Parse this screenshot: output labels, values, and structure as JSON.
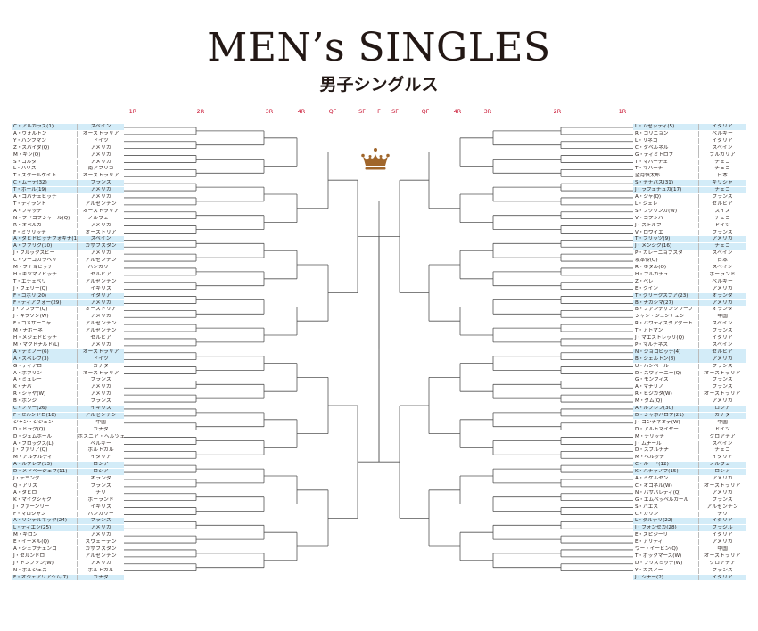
{
  "title": "MEN’s SINGLES",
  "subtitle": "男子シングルス",
  "rounds": [
    "1R",
    "2R",
    "3R",
    "4R",
    "QF",
    "SF",
    "F",
    "SF",
    "QF",
    "4R",
    "3R",
    "2R",
    "1R"
  ],
  "crown_icon": "crown-icon",
  "seed_color": "#d3ecf8",
  "round_color": "#c8102e",
  "left": [
    {
      "name": "C・アルカラス(1)",
      "country": "スペイン",
      "seed": true
    },
    {
      "name": "A・ヴォルトン",
      "country": "オーストラリア"
    },
    {
      "name": "Y・ハンフマン",
      "country": "ドイツ"
    },
    {
      "name": "Z・スバイダ(Q)",
      "country": "アメリカ"
    },
    {
      "name": "M・ギン(Q)",
      "country": "アメリカ"
    },
    {
      "name": "S・コルダ",
      "country": "アメリカ"
    },
    {
      "name": "L・ハリス",
      "country": "南アフリカ"
    },
    {
      "name": "T・スクールケイト",
      "country": "オーストラリア"
    },
    {
      "name": "C・ムーテ(32)",
      "country": "フランス",
      "seed": true
    },
    {
      "name": "T・ポール(19)",
      "country": "アメリカ",
      "seed": true
    },
    {
      "name": "A・コバチェビッチ",
      "country": "アメリカ"
    },
    {
      "name": "T・ティラント",
      "country": "アルゼンチン"
    },
    {
      "name": "A・ブキッチ",
      "country": "オーストラリア"
    },
    {
      "name": "N・ブドコフシャール(Q)",
      "country": "ノルウェー"
    },
    {
      "name": "R・オペルカ",
      "country": "アメリカ"
    },
    {
      "name": "F・ミソリッチ",
      "country": "オーストリア"
    },
    {
      "name": "A・ダビドビッチフォキナ(14)",
      "country": "スペイン",
      "seed": true
    },
    {
      "name": "A・ブブリク(10)",
      "country": "カザフスタン",
      "seed": true
    },
    {
      "name": "J・ブルックスビー",
      "country": "アメリカ"
    },
    {
      "name": "C・ウーゴカラベリ",
      "country": "アルゼンチン"
    },
    {
      "name": "M・フチョビッチ",
      "country": "ハンガリー"
    },
    {
      "name": "H・キツマノビッチ",
      "country": "セルビア"
    },
    {
      "name": "T・エチェベリ",
      "country": "アルゼンチン"
    },
    {
      "name": "J・フェリー(Q)",
      "country": "イギリス"
    },
    {
      "name": "F・コボリ(20)",
      "country": "イタリア",
      "seed": true
    },
    {
      "name": "F・ティアフォー(29)",
      "country": "アメリカ",
      "seed": true
    },
    {
      "name": "J・クフラー(Q)",
      "country": "オーストリア"
    },
    {
      "name": "J・キプソン(W)",
      "country": "アメリカ"
    },
    {
      "name": "F・コメサーニャ",
      "country": "アルゼンチン"
    },
    {
      "name": "M・ナボーネ",
      "country": "アルゼンチン"
    },
    {
      "name": "H・メジェドビッチ",
      "country": "セルビア"
    },
    {
      "name": "M・マクドナルド(L)",
      "country": "アメリカ"
    },
    {
      "name": "A・デミノー(6)",
      "country": "オーストラリア",
      "seed": true
    },
    {
      "name": "A・ズベレフ(3)",
      "country": "ドイツ",
      "seed": true
    },
    {
      "name": "G・ディアロ",
      "country": "カナダ"
    },
    {
      "name": "A・ボブリン",
      "country": "オーストラリア"
    },
    {
      "name": "A・ミュレー",
      "country": "フランス"
    },
    {
      "name": "K・ナバ",
      "country": "アメリカ"
    },
    {
      "name": "R・シャヤ(W)",
      "country": "アメリカ"
    },
    {
      "name": "B・ボンジ",
      "country": "フランス"
    },
    {
      "name": "C・ノリー(26)",
      "country": "イギリス",
      "seed": true
    },
    {
      "name": "F・セルンドロ(18)",
      "country": "アルゼンチン",
      "seed": true
    },
    {
      "name": "ジャン・ジジェン",
      "country": "中国"
    },
    {
      "name": "D・ドラグ(Q)",
      "country": "カナダ"
    },
    {
      "name": "D・ジュムホール",
      "country": "ボスニア・ヘルツェゴビナ"
    },
    {
      "name": "A・ブロックス(L)",
      "country": "ベルギー"
    },
    {
      "name": "J・ファリア(Q)",
      "country": "ポルトガル"
    },
    {
      "name": "M・アルナルディ",
      "country": "イタリア"
    },
    {
      "name": "A・ルブレフ(13)",
      "country": "ロシア",
      "seed": true
    },
    {
      "name": "D・メドベージェフ(11)",
      "country": "ロシア",
      "seed": true
    },
    {
      "name": "J・デヨング",
      "country": "オランダ"
    },
    {
      "name": "Q・アリス",
      "country": "フランス"
    },
    {
      "name": "A・タビロ",
      "country": "チリ"
    },
    {
      "name": "K・マイクシャク",
      "country": "ポーランド"
    },
    {
      "name": "J・ファーンリー",
      "country": "イギリス"
    },
    {
      "name": "F・マロジャン",
      "country": "ハンガリー"
    },
    {
      "name": "A・リンデルネック(24)",
      "country": "フランス",
      "seed": true
    },
    {
      "name": "L・ティエン(25)",
      "country": "アメリカ",
      "seed": true
    },
    {
      "name": "M・ギロン",
      "country": "アメリカ"
    },
    {
      "name": "E・イーメル(Q)",
      "country": "スウェーデン"
    },
    {
      "name": "A・シェフチェンコ",
      "country": "カザフスタン"
    },
    {
      "name": "J・セルンドロ",
      "country": "アルゼンチン"
    },
    {
      "name": "J・トンプソン(W)",
      "country": "アメリカ"
    },
    {
      "name": "N・ボルジェス",
      "country": "ポルトガル"
    },
    {
      "name": "F・オジェアリアシム(7)",
      "country": "カナダ",
      "seed": true
    }
  ],
  "right": [
    {
      "name": "L・ムゼッティ(5)",
      "country": "イタリア",
      "seed": true
    },
    {
      "name": "R・コリニョン",
      "country": "ベルギー"
    },
    {
      "name": "L・リネコ",
      "country": "イタリア"
    },
    {
      "name": "C・タベルネル",
      "country": "スペイン"
    },
    {
      "name": "G・ディミトロフ",
      "country": "ブルガリア"
    },
    {
      "name": "T・マハーチェ",
      "country": "チェコ"
    },
    {
      "name": "T・マハーチ",
      "country": "チェコ"
    },
    {
      "name": "望月慎太郎",
      "country": "日本"
    },
    {
      "name": "S・チチパス(31)",
      "country": "ギリシャ",
      "seed": true
    },
    {
      "name": "J・ラフェチュカ(17)",
      "country": "チェコ",
      "seed": true
    },
    {
      "name": "A・ジャ(Q)",
      "country": "フランス"
    },
    {
      "name": "L・ジェレ",
      "country": "セルビア"
    },
    {
      "name": "S・フクリンガ(W)",
      "country": "スイス"
    },
    {
      "name": "V・コプシバ",
      "country": "チェコ"
    },
    {
      "name": "J・ストルフ",
      "country": "ドイツ"
    },
    {
      "name": "V・ロワイエ",
      "country": "フランス"
    },
    {
      "name": "T・フリッツ(9)",
      "country": "アメリカ",
      "seed": true
    },
    {
      "name": "J・メンシク(16)",
      "country": "チェコ",
      "seed": true
    },
    {
      "name": "P・カレーニョブスタ",
      "country": "スペイン"
    },
    {
      "name": "坂本怜(Q)",
      "country": "日本"
    },
    {
      "name": "R・ホダル(Q)",
      "country": "スペイン"
    },
    {
      "name": "H・フルカチュ",
      "country": "ポーランド"
    },
    {
      "name": "Z・ベレ",
      "country": "ベルギー"
    },
    {
      "name": "E・クイン",
      "country": "アメリカ"
    },
    {
      "name": "T・グリークスプア(23)",
      "country": "オランダ",
      "seed": true
    },
    {
      "name": "B・ナカシマ(27)",
      "country": "アメリカ",
      "seed": true
    },
    {
      "name": "B・ファンデザンツフーブ",
      "country": "オランダ"
    },
    {
      "name": "シャン・ジュンチェン",
      "country": "中国"
    },
    {
      "name": "R・バウティスタアグート",
      "country": "スペイン"
    },
    {
      "name": "T・アトマン",
      "country": "フランス"
    },
    {
      "name": "J・マエストレッリ(Q)",
      "country": "イタリア"
    },
    {
      "name": "P・マルチネス",
      "country": "スペイン"
    },
    {
      "name": "N・ジョコビッチ(4)",
      "country": "セルビア",
      "seed": true
    },
    {
      "name": "B・シェルトン(8)",
      "country": "アメリカ",
      "seed": true
    },
    {
      "name": "U・ハンベール",
      "country": "フランス"
    },
    {
      "name": "D・スウィーニー(Q)",
      "country": "オーストラリア"
    },
    {
      "name": "G・モンフィス",
      "country": "フランス"
    },
    {
      "name": "A・マナリノ",
      "country": "フランス"
    },
    {
      "name": "R・ヒジカタ(W)",
      "country": "オーストラリア"
    },
    {
      "name": "M・ダム(Q)",
      "country": "アメリカ"
    },
    {
      "name": "A・ルブレフ(30)",
      "country": "ロシア",
      "seed": true
    },
    {
      "name": "D・シャポバロフ(21)",
      "country": "カナダ",
      "seed": true
    },
    {
      "name": "J・コンチネオテ(W)",
      "country": "中国"
    },
    {
      "name": "D・アルトマイヤー",
      "country": "ドイツ"
    },
    {
      "name": "M・チリッチ",
      "country": "クロアチア"
    },
    {
      "name": "J・ムナール",
      "country": "スペイン"
    },
    {
      "name": "D・スブルチナ",
      "country": "チェコ"
    },
    {
      "name": "M・ベルッチ",
      "country": "イタリア"
    },
    {
      "name": "C・ルード(12)",
      "country": "ノルウェー",
      "seed": true
    },
    {
      "name": "K・ハチャノフ(15)",
      "country": "ロシア",
      "seed": true
    },
    {
      "name": "A・ミケルセン",
      "country": "アメリカ"
    },
    {
      "name": "C・オコネル(W)",
      "country": "オーストラリア"
    },
    {
      "name": "N・バサバレディ(Q)",
      "country": "アメリカ"
    },
    {
      "name": "G・エムベッペルカール",
      "country": "フランス"
    },
    {
      "name": "S・バエス",
      "country": "アルゼンチン"
    },
    {
      "name": "C・ガリン",
      "country": "チリ"
    },
    {
      "name": "L・ダルデリ(22)",
      "country": "イタリア",
      "seed": true
    },
    {
      "name": "J・フォンセカ(28)",
      "country": "ブラジル",
      "seed": true
    },
    {
      "name": "E・スピジーリ",
      "country": "イタリア"
    },
    {
      "name": "E・アリディ",
      "country": "アメリカ"
    },
    {
      "name": "ウー・イービン(Q)",
      "country": "中国"
    },
    {
      "name": "T・ボックマース(W)",
      "country": "オーストラリア"
    },
    {
      "name": "D・プリズミッチ(W)",
      "country": "クロアチア"
    },
    {
      "name": "Y・ガズノー",
      "country": "フランス"
    },
    {
      "name": "J・シナー(2)",
      "country": "イタリア",
      "seed": true
    }
  ]
}
